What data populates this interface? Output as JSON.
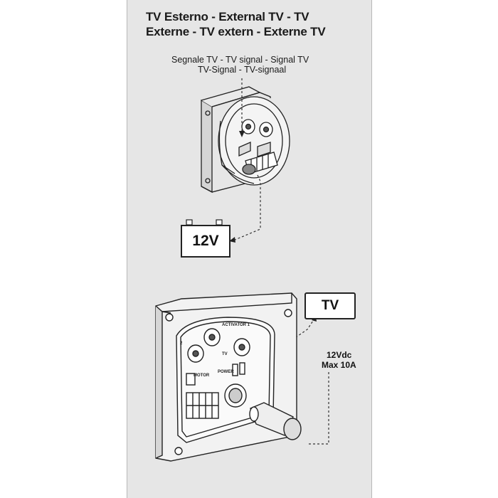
{
  "title": {
    "line1": "TV Esterno - External TV - TV",
    "line2": "Externe - TV extern - Externe TV"
  },
  "signal_label": {
    "line1": "Segnale TV - TV signal - Signal TV",
    "line2": "TV-Signal - TV-signaal"
  },
  "battery": {
    "label": "12V"
  },
  "tv_box": {
    "label": "TV"
  },
  "rating": {
    "line1": "12Vdc",
    "line2": "Max 10A"
  },
  "panel_labels": {
    "antenna": "ACTIVATOR 1",
    "tv": "TV",
    "motor": "MOTOR",
    "power": "POWER",
    "side": "2"
  },
  "colors": {
    "panel_background": "#e6e6e6",
    "line": "#222222"
  }
}
